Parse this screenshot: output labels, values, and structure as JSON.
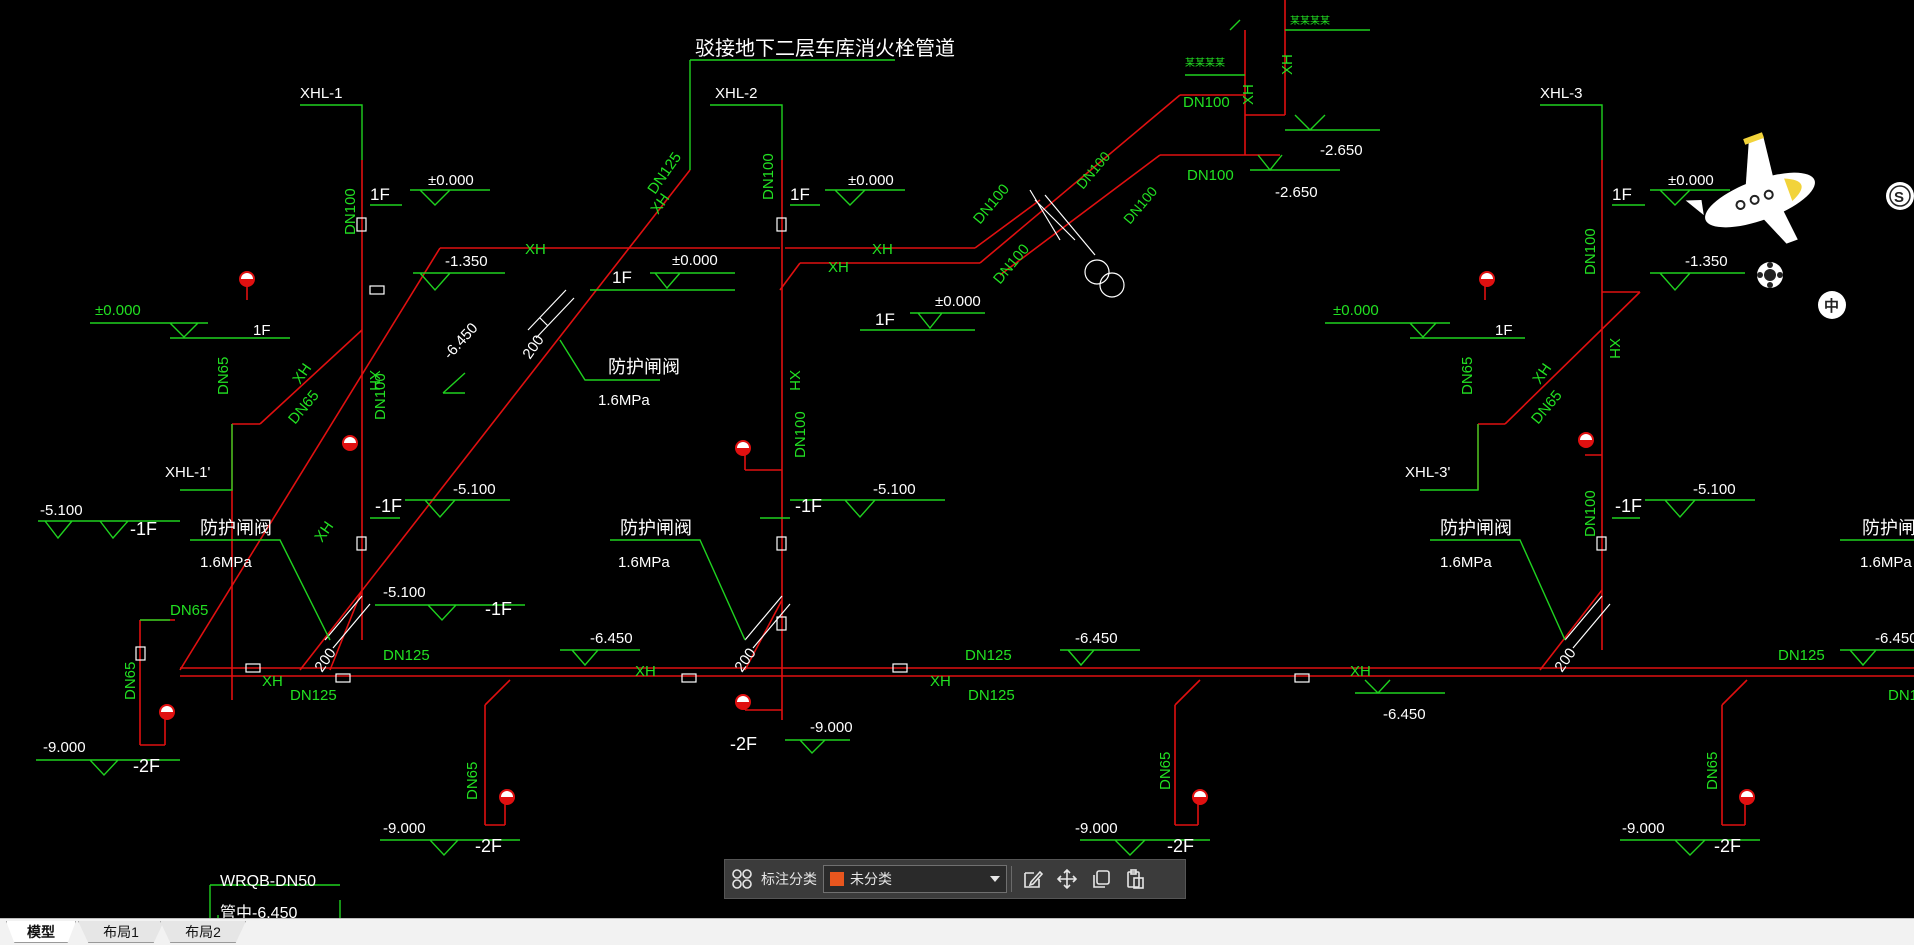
{
  "drawing": {
    "title_note": "驳接地下二层车库消火栓管道",
    "risers": [
      "XHL-1",
      "XHL-2",
      "XHL-3",
      "XHL-1'",
      "XHL-3'"
    ],
    "pipe_code": "XH",
    "sizes": {
      "dn50": "DN50",
      "dn65": "DN65",
      "dn100": "DN100",
      "dn125": "DN125",
      "d200": "200"
    },
    "floors": {
      "f1": "1F",
      "fm1": "-1F",
      "fm2": "-2F"
    },
    "elevations": {
      "e0": "±0.000",
      "e1350": "-1.350",
      "e5100": "-5.100",
      "e6450": "-6.450",
      "e9000": "-9.000",
      "e2650": "-2.650"
    },
    "valve_label": "防护闸阀",
    "pressure": "1.6MPa",
    "wrqb": "WRQB-DN50",
    "bottom_note": "管中-6.450",
    "small_text": "某某某某",
    "accent_colors": {
      "pipe": "#e01010",
      "annotation": "#22e022",
      "text": "#ffffff"
    }
  },
  "overlay": {
    "float_icons": [
      "airplane-icon",
      "badge-s-icon",
      "settings-flower-icon",
      "zhong-ime-icon"
    ],
    "ime_char": "中",
    "s_char": "S"
  },
  "toolbar": {
    "label": "标注分类",
    "selected": "未分类",
    "swatch_color": "#e8561e",
    "icons": [
      "grid-icon",
      "edit-icon",
      "move-icon",
      "copy-icon",
      "paste-icon"
    ]
  },
  "tabs": [
    {
      "label": "模型",
      "active": true
    },
    {
      "label": "布局1",
      "active": false
    },
    {
      "label": "布局2",
      "active": false
    }
  ]
}
